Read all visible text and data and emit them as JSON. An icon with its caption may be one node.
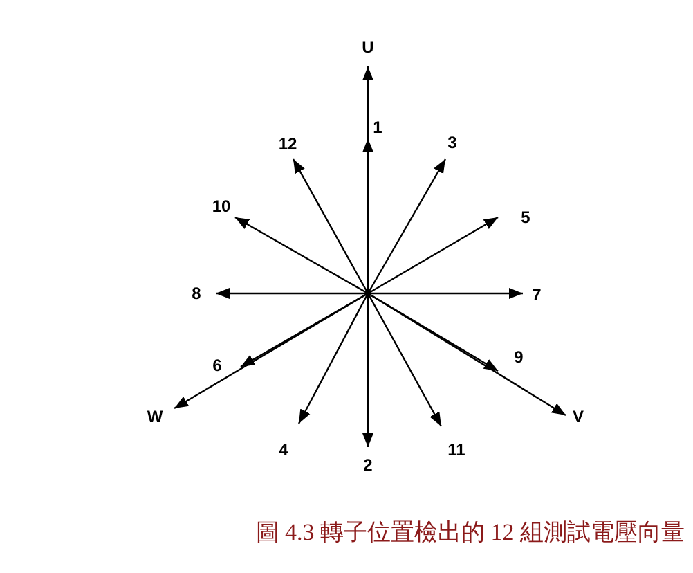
{
  "diagram": {
    "caption": "圖 4.3 轉子位置檢出的 12 組測試電壓向量",
    "nodes": [
      {
        "text": [],
        "shape": "dot"
      },
      {
        "text": [
          "U"
        ]
      },
      {
        "text": [
          "1"
        ]
      },
      {
        "text": [
          "12"
        ]
      },
      {
        "text": [
          "3"
        ]
      },
      {
        "text": [
          "10"
        ]
      },
      {
        "text": [
          "5"
        ]
      },
      {
        "text": [
          "8"
        ]
      },
      {
        "text": [
          "7"
        ]
      },
      {
        "text": [
          "6"
        ]
      },
      {
        "text": [
          "9"
        ]
      },
      {
        "text": [
          "W"
        ]
      },
      {
        "text": [
          "V"
        ]
      },
      {
        "text": [
          "4"
        ]
      },
      {
        "text": [
          "2"
        ]
      },
      {
        "text": [
          "11"
        ]
      }
    ],
    "edges": [
      {
        "from": 0,
        "to": 1,
        "arrow": "to"
      },
      {
        "from": 0,
        "to": 2,
        "arrow": "to"
      },
      {
        "from": 0,
        "to": 3,
        "arrow": "to"
      },
      {
        "from": 0,
        "to": 4,
        "arrow": "to"
      },
      {
        "from": 0,
        "to": 5,
        "arrow": "to"
      },
      {
        "from": 0,
        "to": 6,
        "arrow": "to"
      },
      {
        "from": 0,
        "to": 7,
        "arrow": "to"
      },
      {
        "from": 0,
        "to": 8,
        "arrow": "to"
      },
      {
        "from": 0,
        "to": 9,
        "arrow": "to"
      },
      {
        "from": 0,
        "to": 10,
        "arrow": "to"
      },
      {
        "from": 0,
        "to": 11,
        "arrow": "to"
      },
      {
        "from": 0,
        "to": 12,
        "arrow": "to"
      },
      {
        "from": 0,
        "to": 13,
        "arrow": "to"
      },
      {
        "from": 0,
        "to": 14,
        "arrow": "to"
      },
      {
        "from": 0,
        "to": 15,
        "arrow": "to"
      }
    ]
  }
}
